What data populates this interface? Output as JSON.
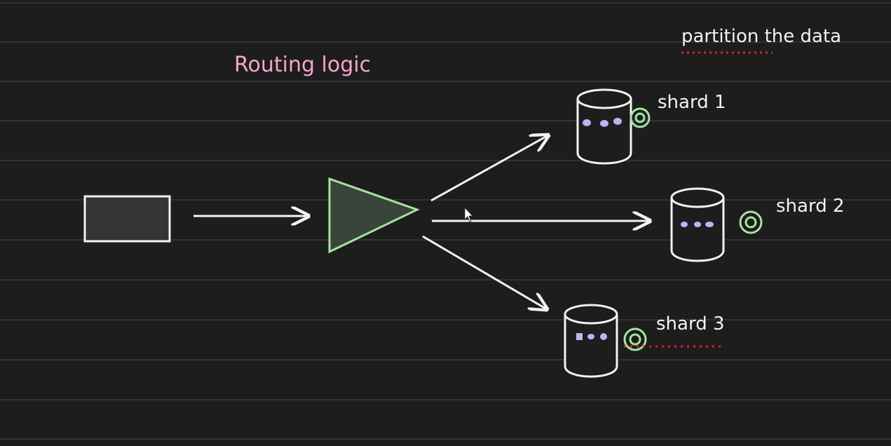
{
  "labels": {
    "routing": "Routing logic",
    "partition": "partition the data",
    "shard1": "shard 1",
    "shard2": "shard 2",
    "shard3": "shard 3"
  },
  "colors": {
    "background": "#1d1d1d",
    "ruled_lines": "#3a3a3a",
    "stroke": "#f2f2f2",
    "router": "#a6e3a1",
    "routing_text": "#f4a6cf",
    "dots": "#b9b4f5",
    "underline": "#e02020"
  }
}
